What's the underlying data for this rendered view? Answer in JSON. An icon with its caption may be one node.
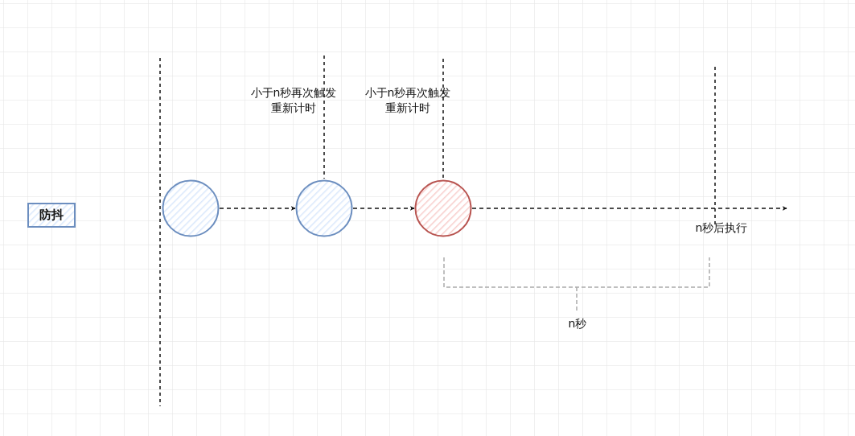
{
  "diagram": {
    "nodes": [
      {
        "text": [
          "防抖"
        ]
      },
      {
        "text": [],
        "shape": "circle"
      },
      {
        "text": [],
        "shape": "circle"
      },
      {
        "text": [],
        "shape": "circle"
      }
    ],
    "edges": [
      {
        "from": 1,
        "to": 2,
        "arrow": "to",
        "style": "dashed"
      },
      {
        "from": 2,
        "to": 3,
        "arrow": "to",
        "style": "dashed"
      },
      {
        "from": 3,
        "to": null,
        "arrow": "to",
        "style": "dashed"
      }
    ],
    "labels": [
      "小于n秒再次触发重新计时",
      "小于n秒再次触发重新计时",
      "n秒后执行",
      "n秒"
    ]
  }
}
